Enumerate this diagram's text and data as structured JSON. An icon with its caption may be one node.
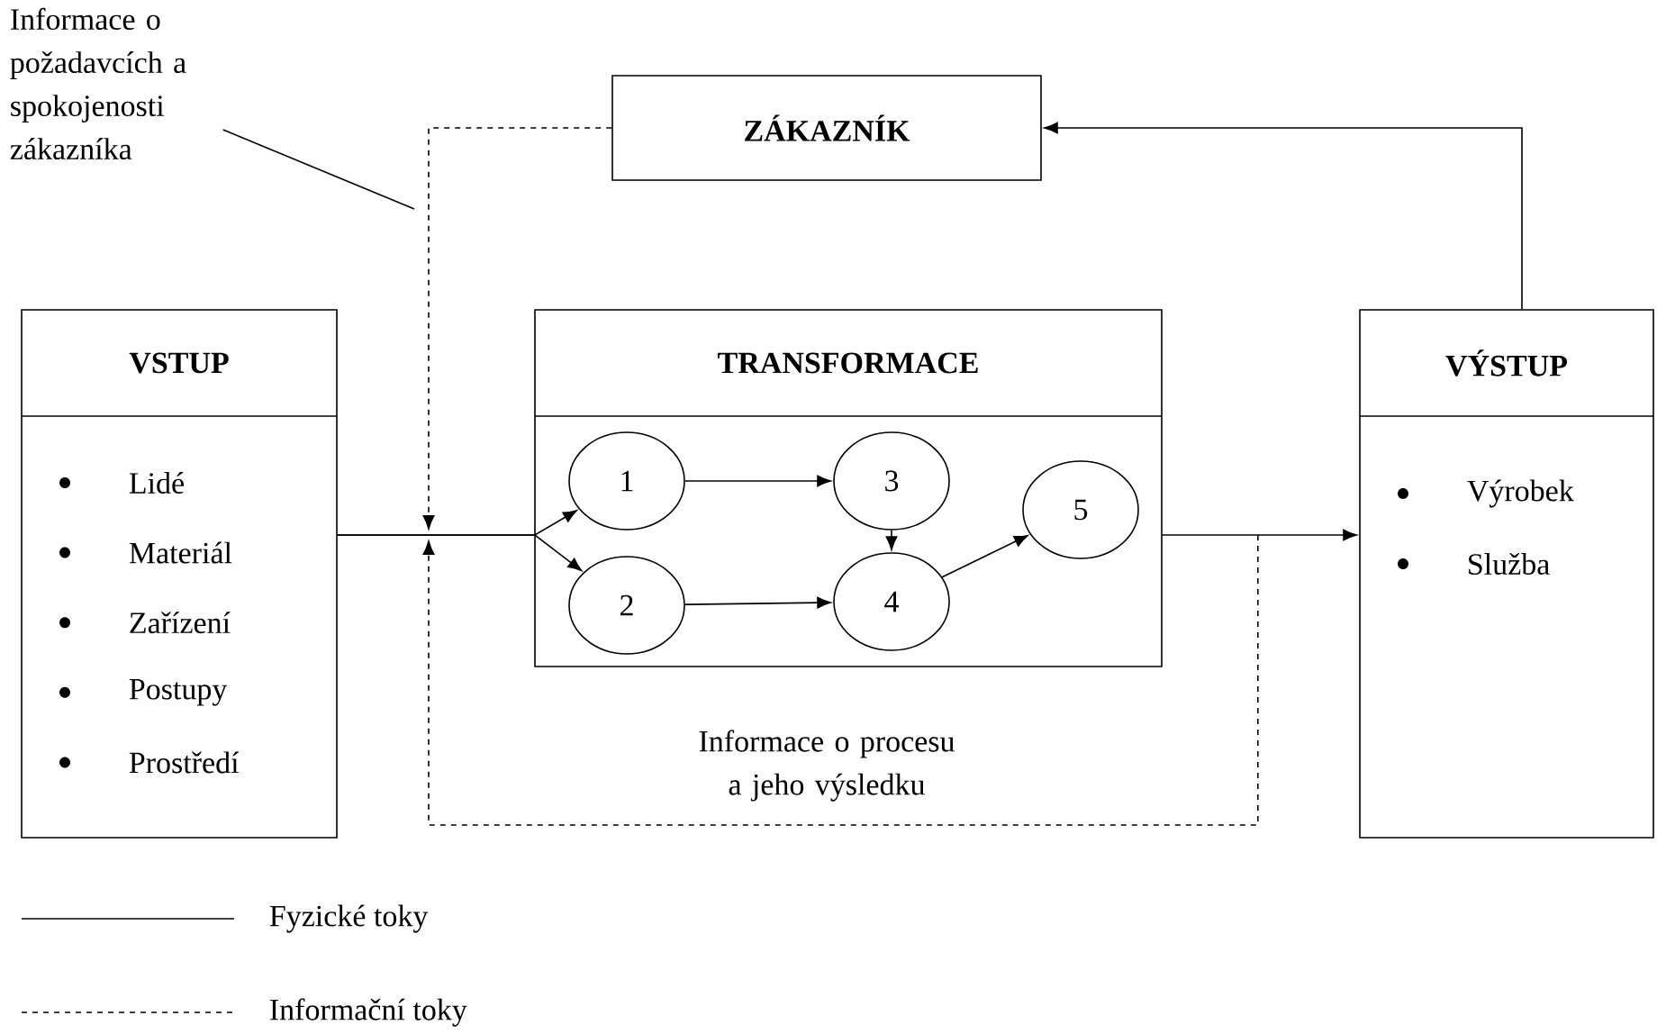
{
  "diagram": {
    "nodes": [
      {
        "text": [
          "Informace o požadavcích a spokojenosti zákazníka"
        ]
      },
      {
        "text": [
          "ZÁKAZNÍK"
        ]
      },
      {
        "text": [
          "VSTUP",
          "Lidé",
          "Materiál",
          "Zařízení",
          "Postupy",
          "Prostředí"
        ]
      },
      {
        "text": [
          "TRANSFORMACE"
        ]
      },
      {
        "text": [
          "1"
        ],
        "in": 3
      },
      {
        "text": [
          "2"
        ],
        "in": 3
      },
      {
        "text": [
          "3"
        ],
        "in": 3
      },
      {
        "text": [
          "4"
        ],
        "in": 3
      },
      {
        "text": [
          "5"
        ],
        "in": 3
      },
      {
        "text": [
          "VÝSTUP",
          "Výrobek",
          "Služba"
        ]
      }
    ],
    "edges": [
      {
        "from": 2,
        "to": 4,
        "arrow": "to"
      },
      {
        "from": 2,
        "to": 5,
        "arrow": "to"
      },
      {
        "from": 4,
        "to": 6,
        "arrow": "to"
      },
      {
        "from": 5,
        "to": 7,
        "arrow": "to"
      },
      {
        "from": 6,
        "to": 7,
        "arrow": "to"
      },
      {
        "from": 7,
        "to": 8,
        "arrow": "to"
      },
      {
        "from": 3,
        "to": 9,
        "arrow": "to"
      },
      {
        "from": 9,
        "to": 1,
        "arrow": "to"
      },
      {
        "from": 1,
        "to": null,
        "arrow": "to",
        "style": "dashed"
      },
      {
        "from": 3,
        "to": null,
        "arrow": "to",
        "style": "dashed",
        "label": "Informace o procesu a jeho výsledku"
      },
      {
        "from": 0,
        "to": null,
        "arrow": "none"
      }
    ],
    "legend": [
      {
        "text": "Fyzické toky"
      },
      {
        "text": "Informační toky"
      }
    ]
  }
}
